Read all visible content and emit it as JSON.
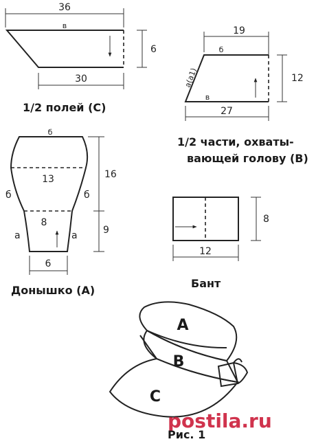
{
  "brim": {
    "top_width": "36",
    "bottom_width": "30",
    "height": "6",
    "edge_label": "в",
    "caption": "1/2 полей (С)"
  },
  "band": {
    "top_width": "19",
    "top_label": "б",
    "height": "12",
    "side_label": "а(а1)",
    "bottom_label": "в",
    "bottom_width": "27",
    "caption_line1": "1/2 части, охваты-",
    "caption_line2": "вающей голову (В)"
  },
  "crown": {
    "top_label": "б",
    "total_height": "16",
    "upper_width": "13",
    "left_label": "б",
    "right_label": "б",
    "lower_width": "8",
    "lower_height": "9",
    "left_a": "а",
    "right_a": "а",
    "bottom_width": "6",
    "caption": "Донышко (А)"
  },
  "bow": {
    "height": "8",
    "width": "12",
    "caption": "Бант"
  },
  "hat": {
    "label_a": "A",
    "label_b": "B",
    "label_c": "C",
    "caption": "Рис. 1"
  },
  "watermark": "postila.ru"
}
